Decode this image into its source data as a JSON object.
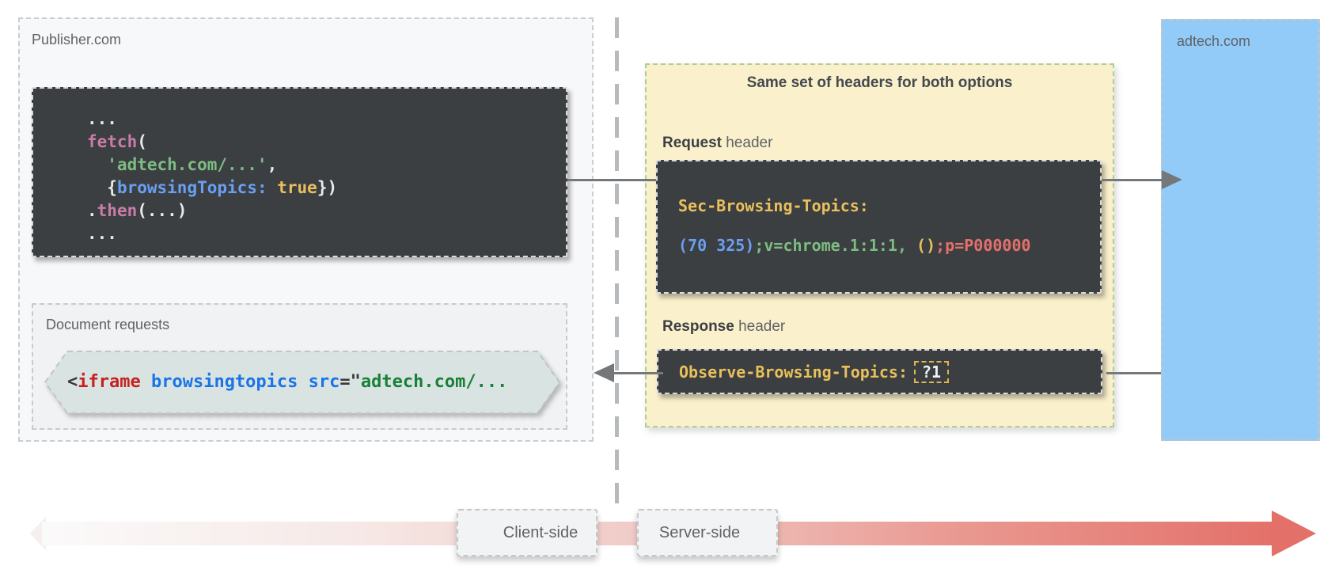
{
  "colors": {
    "panel_yellow": "#faf0cc",
    "panel_yellow_border": "#abd097",
    "panel_blue": "#92cbf8",
    "code_bg": "#3b3f42",
    "code_yellow": "#e9c05b",
    "code_blue": "#6b9ff2",
    "code_green": "#7dbd81",
    "code_pink": "#c87da8",
    "code_red": "#e4706b",
    "html_red": "#c5221f",
    "html_blue": "#1a73e8",
    "html_green": "#188038",
    "arrow_gray": "#75787b",
    "timeline_red": "#e3716a"
  },
  "publisher": {
    "label": "Publisher.com",
    "code": {
      "l1": "...",
      "l2_kw": "fetch",
      "l2_p": "(",
      "l3_str": "  'adtech.com/...'",
      "l3_p": ",",
      "l4_p1": "  {",
      "l4_prop": "browsingTopics:",
      "l4_val": " true",
      "l4_p2": "})",
      "l5_p1": ".",
      "l5_kw": "then",
      "l5_p2": "(...)",
      "l6": "..."
    },
    "document_requests": {
      "label": "Document requests",
      "code": {
        "s1": "<",
        "s2": "iframe",
        "s3": " browsingtopics",
        "s4": " src",
        "s5": "=\"",
        "s6": "adtech.com/..."
      }
    }
  },
  "headers_panel": {
    "title": "Same set of headers for both options",
    "request": {
      "label_strong": "Request",
      "label_rest": " header",
      "code_line1": "Sec-Browsing-Topics:",
      "code_line2": {
        "blue": "(70 325)",
        "green": ";v=chrome.1:1:1,",
        "yellow": " ()",
        "red": ";p=P000000"
      }
    },
    "response": {
      "label_strong": "Response",
      "label_rest": " header",
      "code_label": "Observe-Browsing-Topics:",
      "code_value": "?1"
    }
  },
  "adtech": {
    "label": "adtech.com"
  },
  "timeline": {
    "client": "Client-side",
    "server": "Server-side"
  }
}
